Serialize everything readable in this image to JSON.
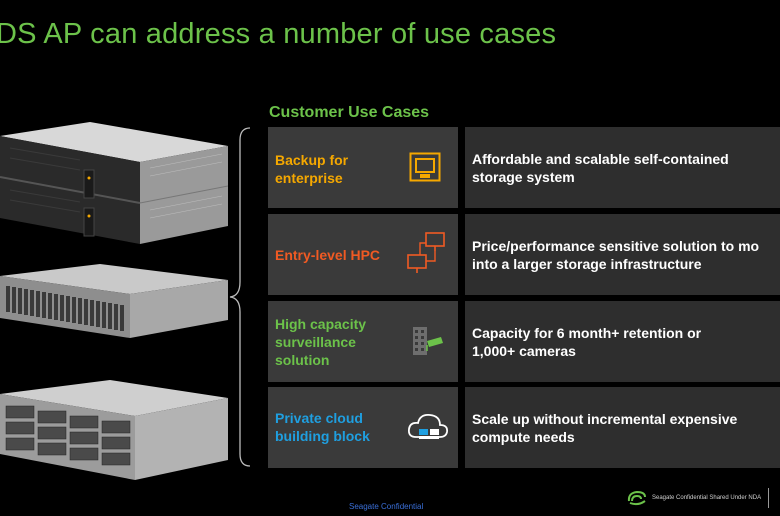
{
  "slide": {
    "title": "DS AP can address a number of use cases",
    "section_heading": "Customer Use Cases"
  },
  "use_cases": [
    {
      "label": "Backup for enterprise",
      "color": "#f5a800",
      "icon": "backup-drive-icon",
      "description_line1": "Affordable and scalable self-contained",
      "description_line2": "storage system"
    },
    {
      "label": "Entry-level HPC",
      "color": "#f05a23",
      "icon": "connected-monitors-icon",
      "description_line1": "Price/performance sensitive solution to mo",
      "description_line2": "into a larger storage infrastructure"
    },
    {
      "label": "High capacity surveillance solution",
      "color": "#6cc24a",
      "icon": "surveillance-camera-icon",
      "description_line1": "Capacity for 6 month+ retention or",
      "description_line2": "1,000+ cameras"
    },
    {
      "label": "Private cloud building block",
      "color": "#1f9fe0",
      "icon": "cloud-storage-icon",
      "description_line1": "Scale up without incremental expensive",
      "description_line2": "compute needs"
    }
  ],
  "footer": {
    "center_text": "Seagate Confidential",
    "right_text": "Seagate Confidential Shared Under NDA",
    "logo": "seagate-logo-icon"
  },
  "colors": {
    "title_green": "#6cc24a",
    "footer_blue": "#3a6fd8"
  }
}
